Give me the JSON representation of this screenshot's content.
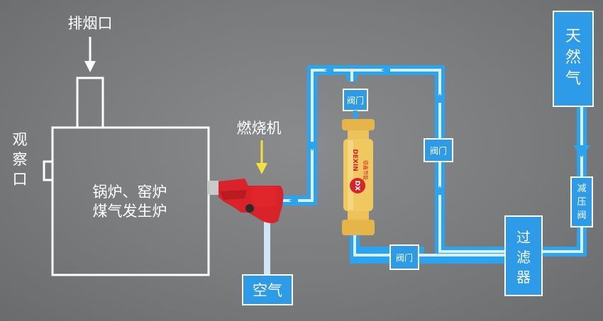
{
  "labels": {
    "exhaust_port": "排烟口",
    "observation_port_line1": "观",
    "observation_port_line2": "察",
    "observation_port_line3": "口",
    "boiler_line1": "锅炉、窑炉",
    "boiler_line2": "煤气发生炉",
    "burner": "燃烧机",
    "air": "空气",
    "natural_gas_line1": "天",
    "natural_gas_line2": "然",
    "natural_gas_line3": "气",
    "pressure_valve_line1": "减",
    "pressure_valve_line2": "压",
    "pressure_valve_line3": "阀",
    "filter_line1": "过",
    "filter_line2": "滤",
    "filter_line3": "器",
    "valve_top": "阀门",
    "valve_right": "阀门",
    "valve_bottom": "阀门",
    "device_brand_line1": "DEXIN",
    "device_brand_line2": "DX",
    "device_brand_line3": "德鑫节能"
  },
  "colors": {
    "pipe": "#2aa4ee",
    "pipe_inner": "#d9efff",
    "box_blue": "#2d9be8",
    "burner_red": "#d8232a",
    "device_yellow": "#f0c860",
    "arrow_yellow": "#f2e23a"
  }
}
